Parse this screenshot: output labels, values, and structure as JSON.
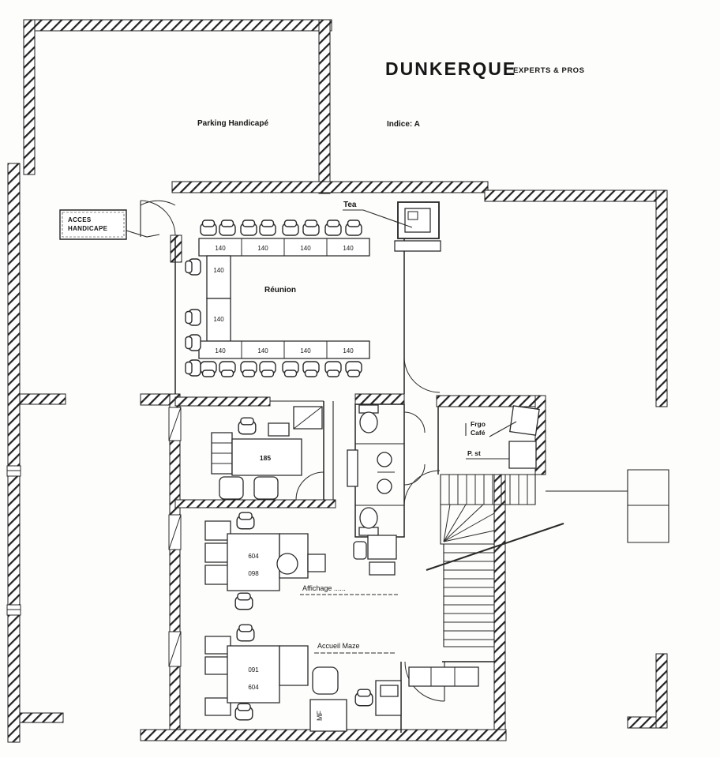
{
  "header": {
    "title": "DUNKERQUE",
    "subtitle": "EXPERTS & PROS",
    "revision": "Indice: A"
  },
  "areas": {
    "parking": {
      "label": "Parking Handicapé"
    },
    "access": {
      "line1": "ACCES",
      "line2": "HANDICAPE"
    },
    "meeting_room": {
      "label": "Réunion",
      "tea_label": "Tea",
      "tables_top": [
        "140",
        "140",
        "140",
        "140"
      ],
      "tables_left": [
        "140",
        "140"
      ],
      "tables_bottom": [
        "140",
        "140",
        "140",
        "140"
      ]
    },
    "office_manager": {
      "desk_label": "185"
    },
    "kitchen": {
      "fridge_line1": "Frgo",
      "fridge_line2": "Café",
      "appliance_label": "P. st"
    },
    "office_middle": {
      "desk_labels": [
        "604",
        "098"
      ]
    },
    "office_bottom": {
      "desk_labels": [
        "091",
        "604"
      ]
    },
    "hall": {
      "affichage_label": "Affichage ......",
      "accueil_label": "Accueil Maze",
      "mf_label": "MF"
    }
  }
}
